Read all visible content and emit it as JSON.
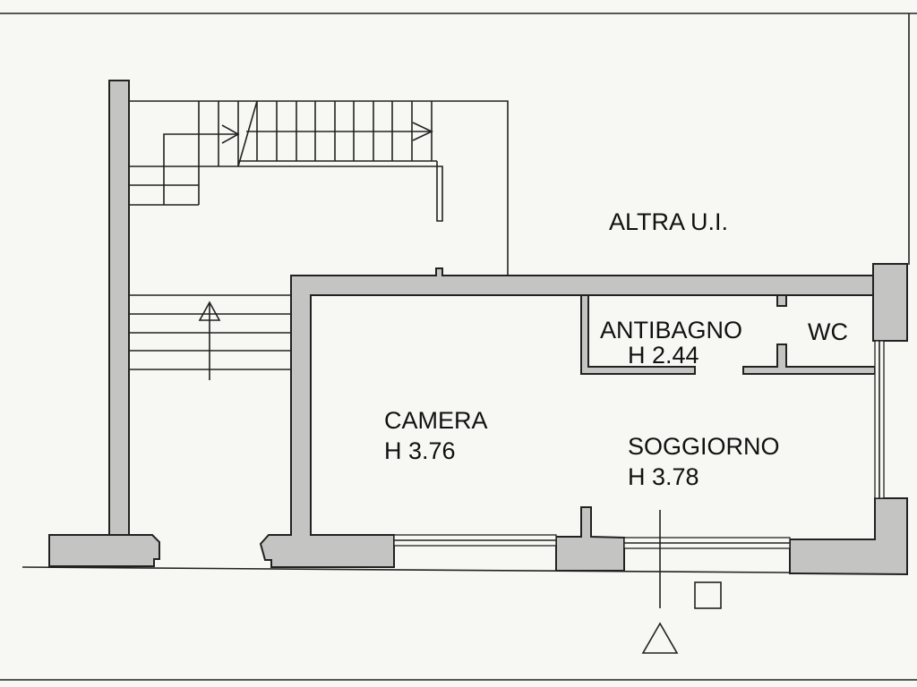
{
  "plan": {
    "other_unit_label": "ALTRA U.I.",
    "rooms": [
      {
        "name": "CAMERA",
        "height": "H 3.76"
      },
      {
        "name": "SOGGIORNO",
        "height": "H 3.78"
      },
      {
        "name": "ANTIBAGNO",
        "height": "H 2.44"
      },
      {
        "name": "WC"
      }
    ],
    "colors": {
      "wall_fill": "#c4c4c2",
      "line": "#222222",
      "background": "#f7f7f4"
    }
  }
}
